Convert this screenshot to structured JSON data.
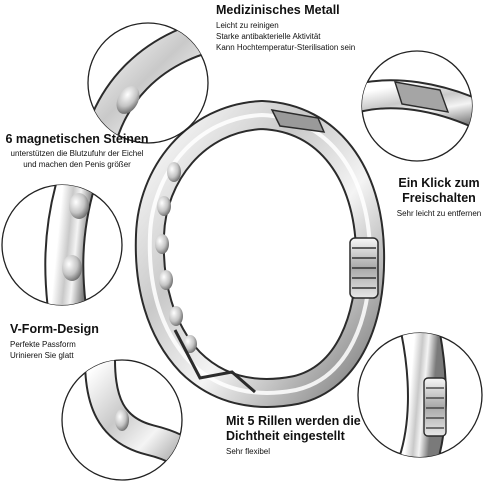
{
  "feature_top": {
    "title": "Medizinisches Metall",
    "lines": [
      "Leicht zu reinigen",
      "Starke antibakterielle Aktivität",
      "Kann Hochtemperatur-Sterilisation sein"
    ]
  },
  "feature_left_upper": {
    "title": "6 magnetischen Steinen",
    "lines": [
      "unterstützen die Blutzufuhr der Eichel",
      "und machen den Penis größer"
    ]
  },
  "feature_right_upper": {
    "title_lines": [
      "Ein Klick zum",
      "Freischalten"
    ],
    "lines": [
      "Sehr leicht zu entfernen"
    ]
  },
  "feature_left_lower": {
    "title": "V-Form-Design",
    "lines": [
      "Perfekte Passform",
      "Urinieren Sie glatt"
    ]
  },
  "feature_bottom": {
    "title_lines": [
      "Mit 5 Rillen werden die",
      "Dichtheit eingestellt"
    ],
    "lines": [
      "Sehr flexibel"
    ]
  },
  "colors": {
    "metal_light": "#f2f2f2",
    "metal_mid": "#b9b9b9",
    "metal_dark": "#555555",
    "outline": "#2b2b2b"
  }
}
